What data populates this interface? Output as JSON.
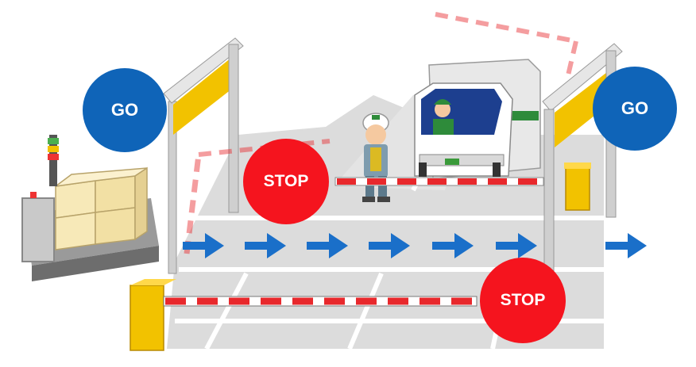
{
  "signs": {
    "go_left": "GO",
    "go_right": "GO",
    "stop_upper": "STOP",
    "stop_lower": "STOP"
  },
  "colors": {
    "go": "#0f64b8",
    "stop": "#f5141e",
    "arrow": "#1a6fc9",
    "gate_yellow": "#f2c200",
    "barrier_red": "#e8282c"
  },
  "icons": [
    "go-sign-icon",
    "stop-sign-icon",
    "direction-arrow-icon",
    "truck-icon",
    "worker-icon",
    "barrier-gate-icon",
    "signal-tower-icon",
    "cargo-boxes-icon"
  ]
}
